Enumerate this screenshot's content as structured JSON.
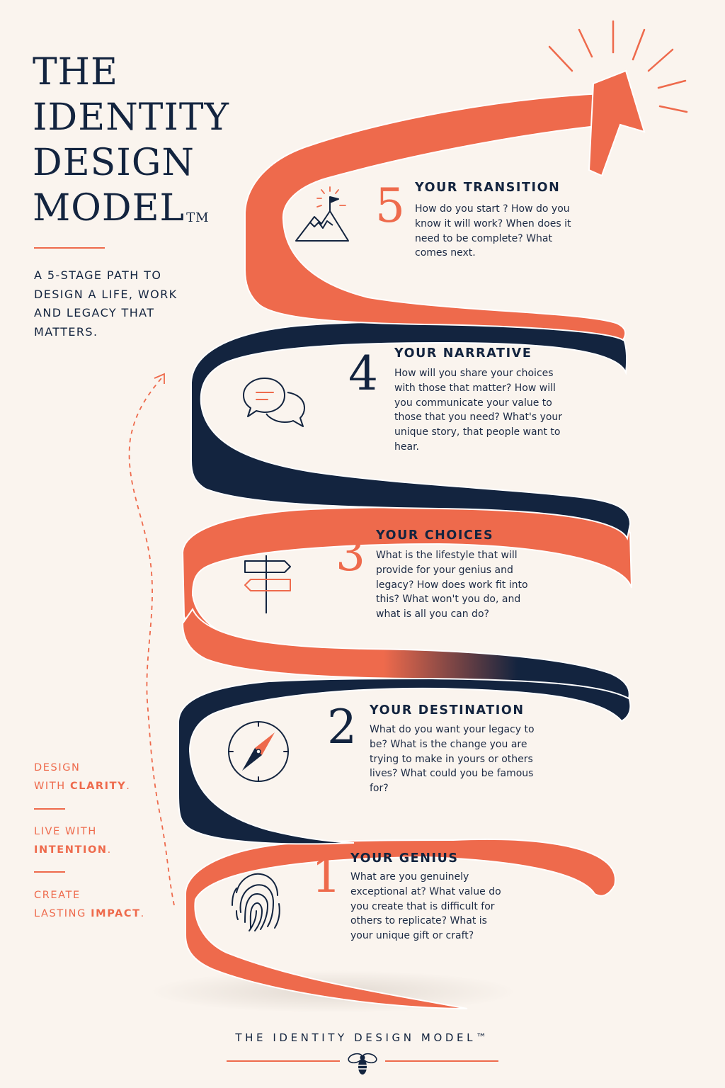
{
  "header": {
    "title_lines": [
      "THE",
      "IDENTITY",
      "DESIGN",
      "MODEL"
    ],
    "trademark": "TM",
    "subtitle": "A 5-STAGE PATH TO DESIGN A LIFE, WORK AND LEGACY THAT MATTERS."
  },
  "stages": [
    {
      "number": "5",
      "title": "YOUR TRANSITION",
      "description": "How do you start ? How do you know it will work? When does it need to be complete? What comes next.",
      "icon": "mountain-flag-icon"
    },
    {
      "number": "4",
      "title": "YOUR NARRATIVE",
      "description": "How will you share your choices with those that matter? How will you communicate your value to those that you need? What's your unique story, that people want to hear.",
      "icon": "speech-bubbles-icon"
    },
    {
      "number": "3",
      "title": "YOUR CHOICES",
      "description": "What is the lifestyle that will provide for your genius and legacy? How does work fit into this? What won't you do, and what is all you can do?",
      "icon": "signpost-icon"
    },
    {
      "number": "2",
      "title": "YOUR DESTINATION",
      "description": "What do you want your legacy to be? What is the change you are trying to make in yours or others lives? What could you be famous for?",
      "icon": "compass-icon"
    },
    {
      "number": "1",
      "title": "YOUR GENIUS",
      "description": "What are you genuinely exceptional at? What value do you create that is difficult for others to replicate? What is your unique gift or craft?",
      "icon": "fingerprint-icon"
    }
  ],
  "mottos": [
    {
      "line1": "DESIGN",
      "prefix": "WITH ",
      "emphasis": "CLARITY",
      "suffix": "."
    },
    {
      "line1": "LIVE WITH",
      "prefix": "",
      "emphasis": "INTENTION",
      "suffix": "."
    },
    {
      "line1": "CREATE",
      "prefix": "LASTING ",
      "emphasis": "IMPACT",
      "suffix": "."
    }
  ],
  "footer": {
    "title": "THE IDENTITY DESIGN MODEL™",
    "icon": "bee-icon"
  },
  "colors": {
    "coral": "#ee6a4c",
    "navy": "#13243f",
    "background": "#faf4ee"
  }
}
